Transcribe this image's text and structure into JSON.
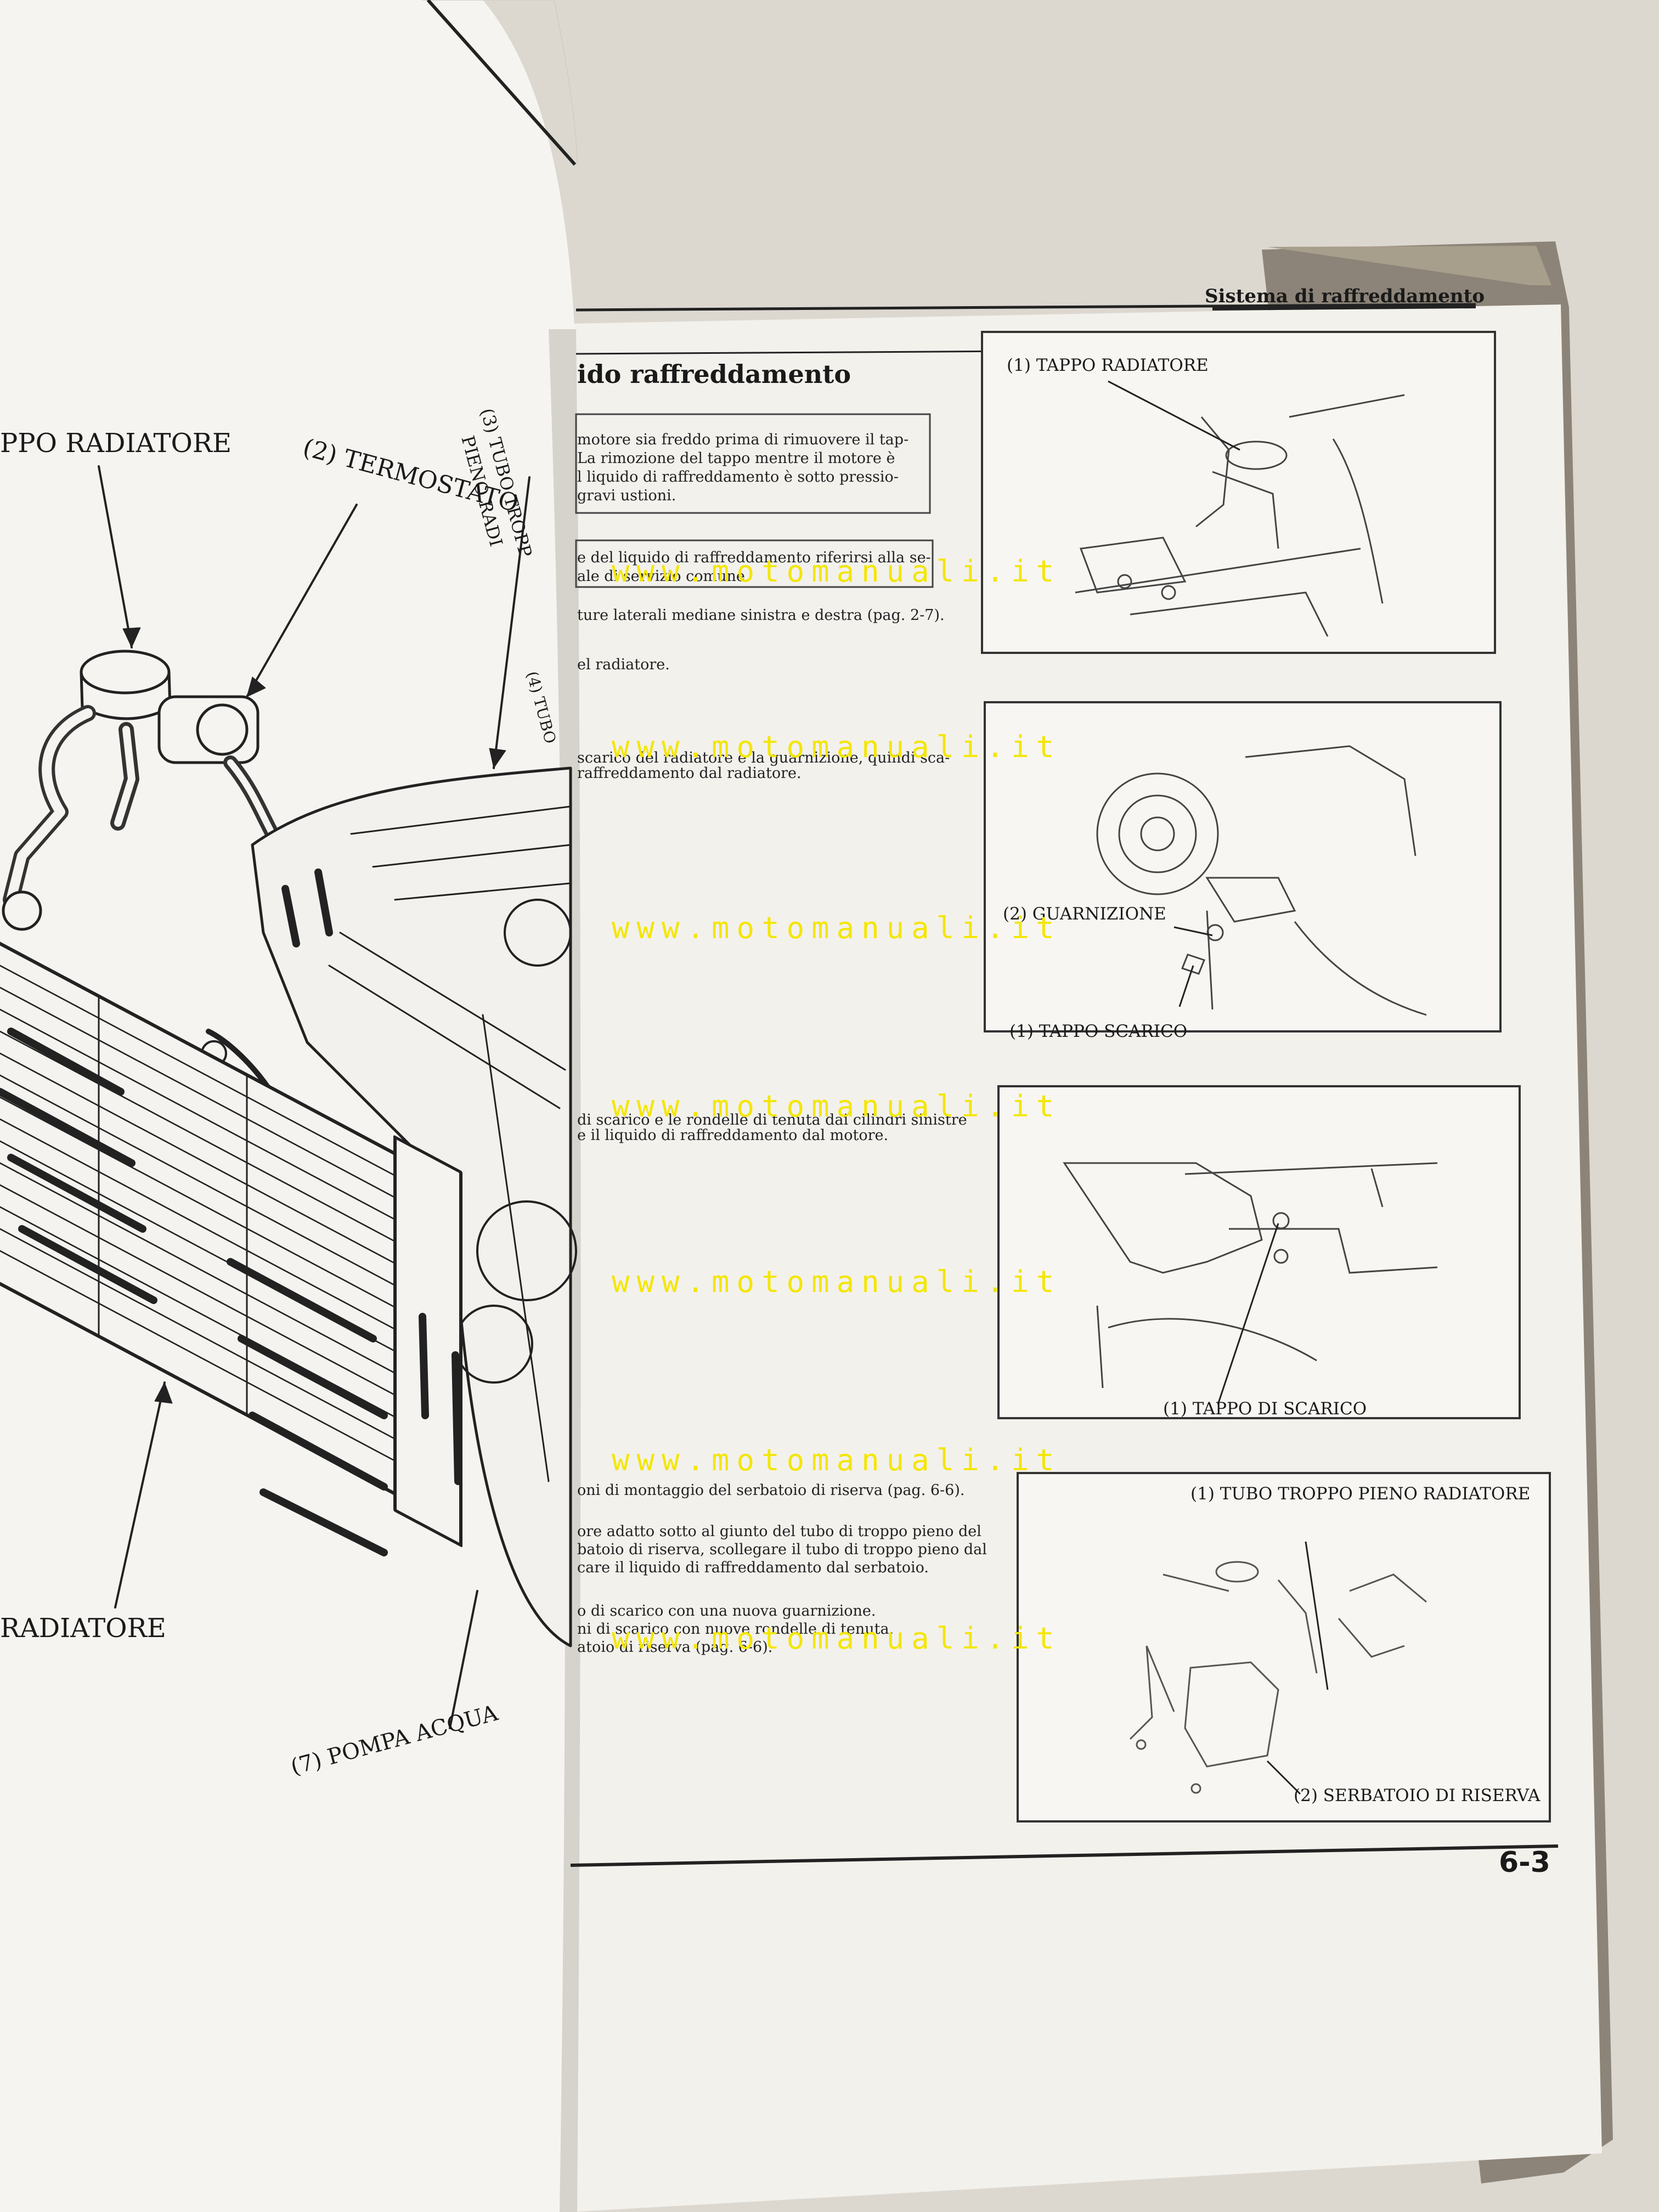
{
  "left_page": {
    "labels": {
      "tappo_radiatore": "PPO RADIATORE",
      "termostato": "(2) TERMOSTATO",
      "tubo_troppo_1": "(3) TUBO TROPP",
      "tubo_troppo_2": "PIENO RADI",
      "tubo_4": "(4) TUBO",
      "radiatore": "RADIATORE",
      "pompa_acqua": "(7) POMPA ACQUA"
    }
  },
  "right_page": {
    "header": "Sistema di raffreddamento",
    "section_title": "ido raffreddamento",
    "warning_box": [
      "motore sia freddo prima di rimuovere il tap-",
      "La rimozione del tappo mentre il motore è",
      "l liquido di raffreddamento è sotto pressio-",
      "gravi ustioni."
    ],
    "note_box": [
      "e del liquido di raffreddamento riferirsi alla se-",
      "ale di servizio comune."
    ],
    "steps": [
      [
        "ture laterali mediane sinistra e destra (pag. 2-7)."
      ],
      [
        "el radiatore."
      ],
      [
        "scarico del radiatore e la guarnizione, quindi sca-",
        "raffreddamento dal radiatore."
      ],
      [
        "di scarico e le rondelle di tenuta dai cilindri sinistre",
        "e il liquido di raffreddamento dal motore."
      ],
      [
        "oni di montaggio del serbatoio di riserva (pag. 6-6)."
      ],
      [
        "ore adatto sotto al giunto del tubo di troppo pieno del",
        "batoio di riserva, scollegare il tubo di troppo pieno dal",
        "care il liquido di raffreddamento dal serbatoio."
      ],
      [
        "o di scarico con una nuova guarnizione.",
        "ni di scarico con nuove rondelle di tenuta.",
        "atoio di riserva (pag. 6-6)."
      ]
    ],
    "figures": {
      "fig1_label": "(1) TAPPO RADIATORE",
      "fig2_label_a": "(2) GUARNIZIONE",
      "fig2_label_b": "(1) TAPPO SCARICO",
      "fig3_label": "(1) TAPPO DI SCARICO",
      "fig4_label_a": "(1) TUBO TROPPO PIENO RADIATORE",
      "fig4_label_b": "(2) SERBATOIO DI RISERVA"
    },
    "page_number": "6-3"
  },
  "watermark": {
    "text": "www.motomanuali.it",
    "color": "#f3e600"
  }
}
